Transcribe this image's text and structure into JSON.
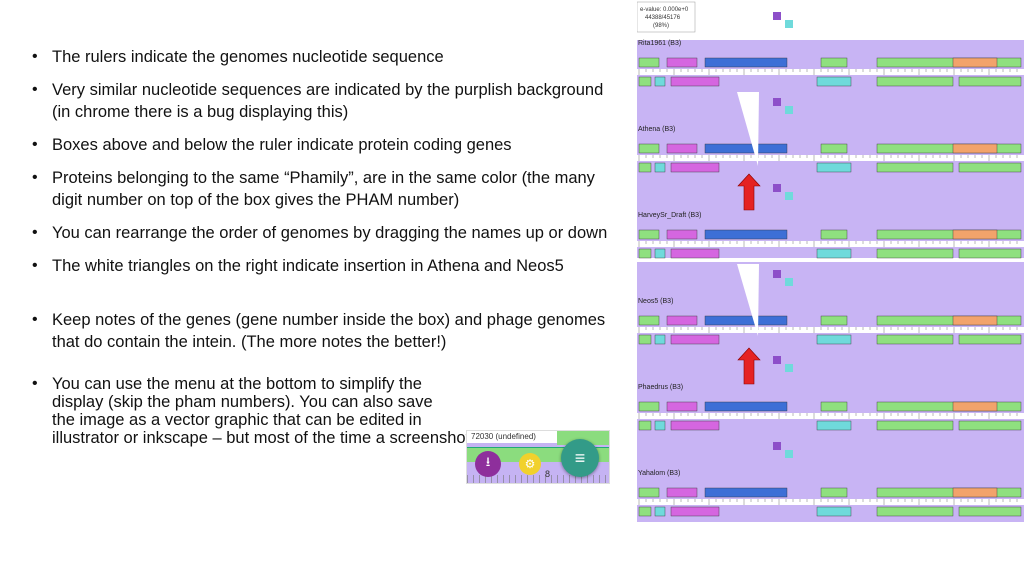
{
  "bullets": [
    "The rulers indicate the genomes nucleotide sequence",
    "Very similar nucleotide sequences are indicated by the purplish background (in chrome there is a bug displaying this)",
    "Boxes above and below the ruler indicate protein coding genes",
    "Proteins belonging to the same “Phamily”, are in the same color (the many digit number on top of the box gives the PHAM number)",
    "You can rearrange the order of genomes by dragging the names up or down",
    "The white triangles on the right indicate insertion in Athena and Neos5",
    "Keep notes of the genes (gene number inside the box) and phage genomes that do contain the intein. (The more notes the better!)"
  ],
  "last_bullet": {
    "line1": "You can use the menu at the bottom to simplify the",
    "line2": "display (skip the pham numbers).  You can also save",
    "line3": "the image as a vector graphic that can be edited in",
    "line4": "illustrator or inkscape – but most of the time a screenshot is just fine."
  },
  "inset": {
    "pham_label": "72030 (undefined)",
    "tick_label": "8",
    "save_icon": "download-icon",
    "settings_icon": "gear-icon",
    "menu_icon": "hamburger-icon"
  },
  "panel": {
    "evalue_line1": "e-value: 0.000e+0",
    "evalue_line2": "44388/45176",
    "evalue_line3": "(98%)",
    "genomes": [
      "Rita1961 (B3)",
      "Athena (B3)",
      "HarveySr_Draft (B3)",
      "Neos5 (B3)",
      "Phaedrus (B3)",
      "Yahalom (B3)"
    ],
    "colors": {
      "background": "#c8b4f4",
      "gene_green": "#8fe07f",
      "gene_blue": "#3d6fd6",
      "gene_magenta": "#d566e0",
      "gene_cyan": "#6fdadb",
      "gene_orange": "#f2a36b",
      "gene_purple": "#8d4fc9",
      "arrow": "#e52222"
    }
  }
}
